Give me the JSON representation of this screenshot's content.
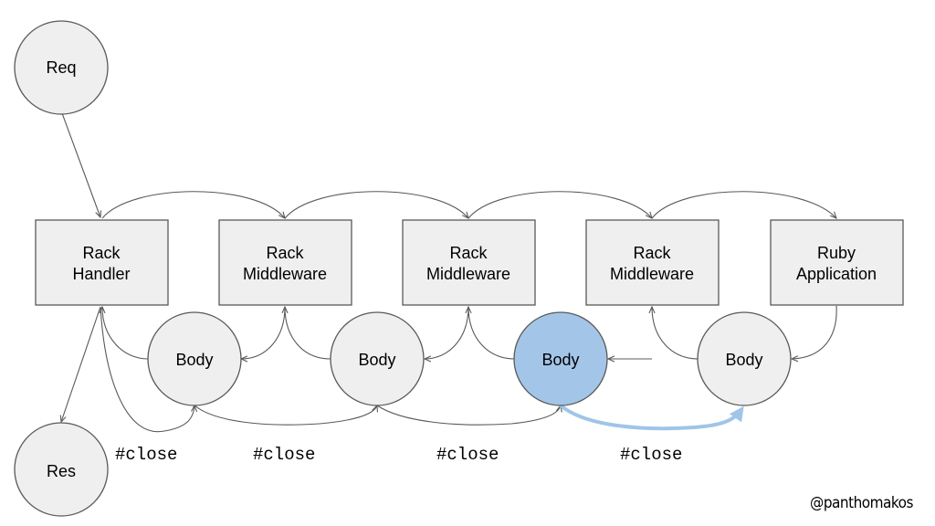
{
  "nodes": {
    "req": "Req",
    "res": "Res"
  },
  "boxes": {
    "handler": [
      "Rack",
      "Handler"
    ],
    "middleware_1": [
      "Rack",
      "Middleware"
    ],
    "middleware_2": [
      "Rack",
      "Middleware"
    ],
    "middleware_3": [
      "Rack",
      "Middleware"
    ],
    "app": [
      "Ruby",
      "Application"
    ]
  },
  "bodies": [
    "Body",
    "Body",
    "Body",
    "Body"
  ],
  "close_labels": [
    "#close",
    "#close",
    "#close",
    "#close"
  ],
  "credit": "@panthomakos",
  "colors": {
    "active_body": "#a3c5e8",
    "active_arrow": "#9fc5e8",
    "default_fill": "#efefef",
    "stroke": "#595959"
  }
}
